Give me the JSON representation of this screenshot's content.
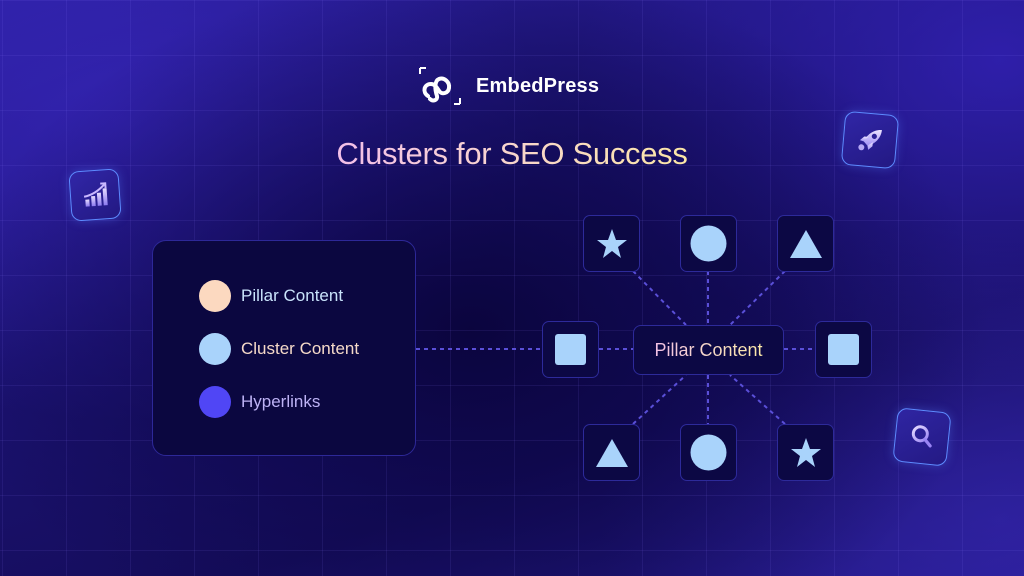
{
  "brand": {
    "name": "EmbedPress",
    "logo_icon": "embedpress-logo-icon"
  },
  "title": "Clusters for SEO Success",
  "colors": {
    "pillar": "#fcd9c0",
    "cluster": "#a9d3fb",
    "hyperlink": "#5046f5",
    "shape_fill": "#a9d3fb",
    "node_border": "#2d2a9a",
    "node_bg": "#0c0844",
    "connector": "#5a4fd8",
    "title_gradient_start": "#f2bfe9",
    "title_gradient_end": "#fbe7a6"
  },
  "legend": {
    "items": [
      {
        "label": "Pillar Content",
        "dot_color": "#fcd9c0",
        "text_color": "#c9e3fb"
      },
      {
        "label": "Cluster Content",
        "dot_color": "#a9d3fb",
        "text_color": "#f5d9c8"
      },
      {
        "label": "Hyperlinks",
        "dot_color": "#5046f5",
        "text_color": "#bdb2f5"
      }
    ]
  },
  "diagram": {
    "center_label": "Pillar Content",
    "nodes": [
      {
        "position": "top-left",
        "shape": "star"
      },
      {
        "position": "top-center",
        "shape": "circle"
      },
      {
        "position": "top-right",
        "shape": "triangle"
      },
      {
        "position": "middle-left",
        "shape": "square"
      },
      {
        "position": "middle-right",
        "shape": "square"
      },
      {
        "position": "bottom-left",
        "shape": "triangle"
      },
      {
        "position": "bottom-center",
        "shape": "circle"
      },
      {
        "position": "bottom-right",
        "shape": "star"
      }
    ]
  },
  "floating_icons": [
    {
      "name": "growth-chart-icon",
      "position": "left"
    },
    {
      "name": "rocket-icon",
      "position": "top-right"
    },
    {
      "name": "search-icon",
      "position": "bottom-right"
    }
  ]
}
